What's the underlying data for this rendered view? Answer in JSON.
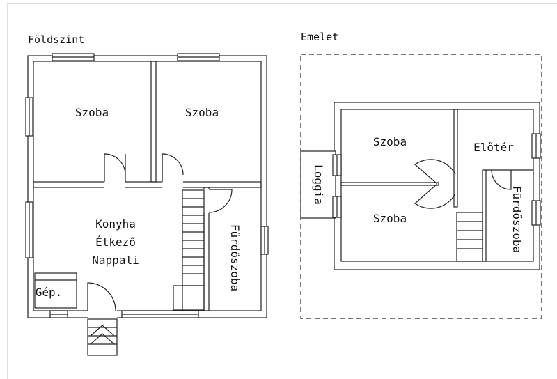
{
  "plans": {
    "ground": {
      "title": "Földszint",
      "rooms": {
        "bedroom_left": "Szoba",
        "bedroom_right": "Szoba",
        "living_line1": "Konyha",
        "living_line2": "Étkező",
        "living_line3": "Nappali",
        "utility": "Gép.",
        "bathroom": "Fürdőszoba"
      }
    },
    "upper": {
      "title": "Emelet",
      "rooms": {
        "bedroom_top": "Szoba",
        "bedroom_bottom": "Szoba",
        "hall": "Előtér",
        "loggia": "Loggia",
        "bathroom": "Fürdőszoba"
      }
    }
  }
}
